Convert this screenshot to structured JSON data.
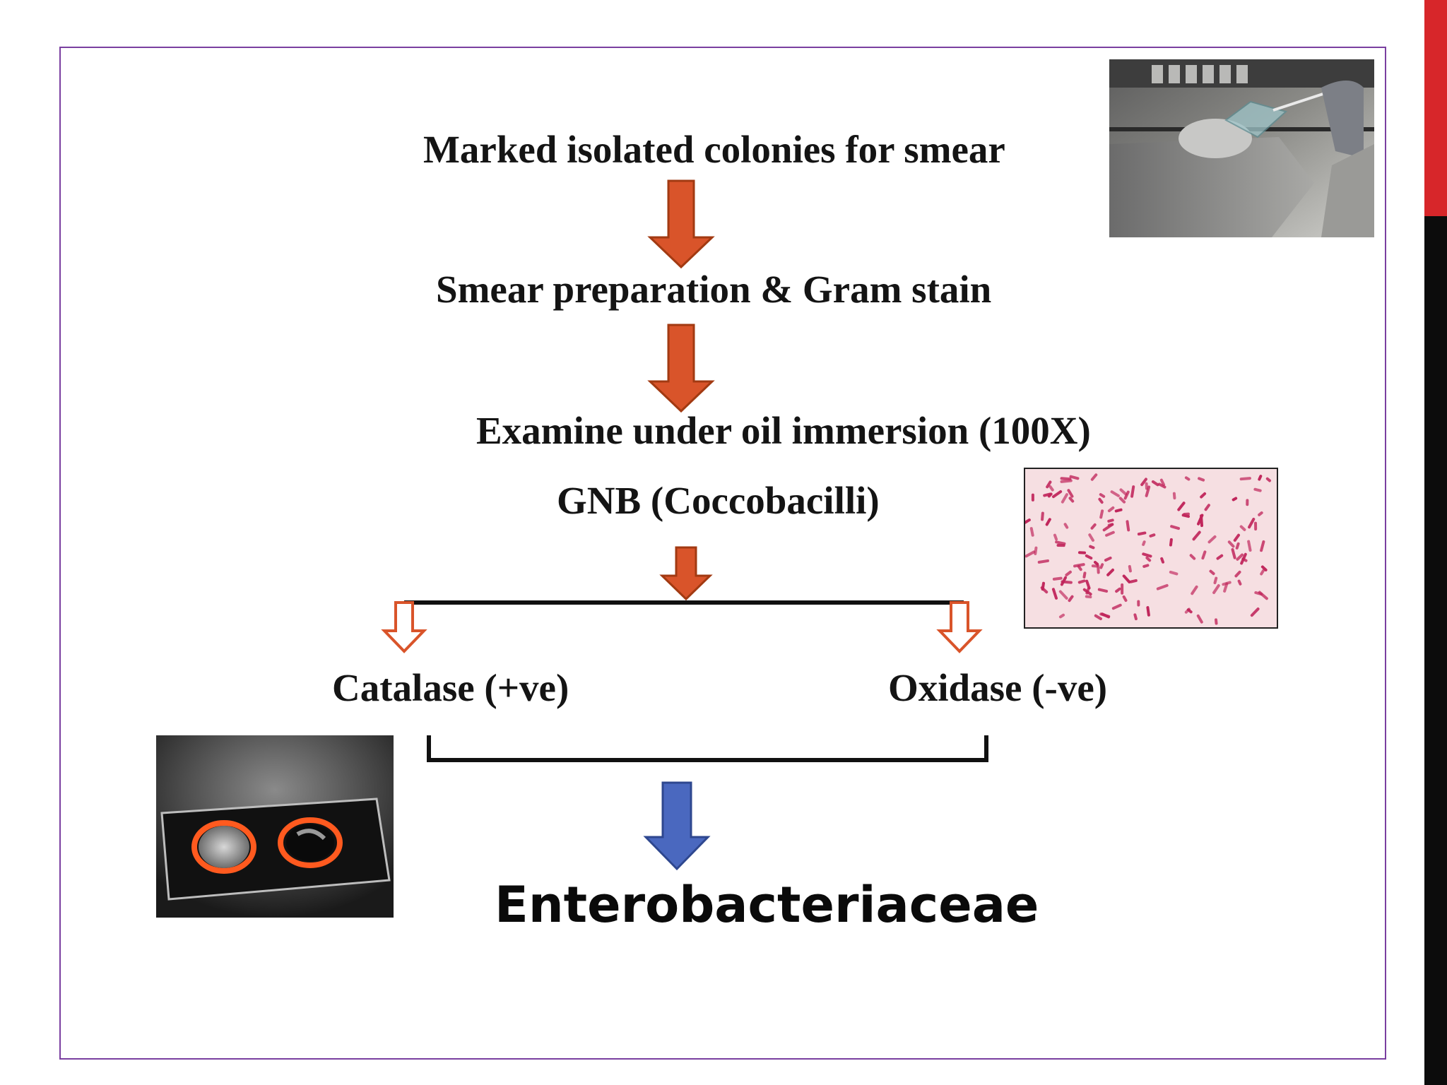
{
  "steps": {
    "step1": "Marked isolated colonies for smear",
    "step2": "Smear preparation & Gram stain",
    "step3": "Examine under oil immersion (100X)",
    "step4": "GNB (Coccobacilli)"
  },
  "tests": {
    "catalase": "Catalase (+ve)",
    "oxidase": "Oxidase (-ve)"
  },
  "result": "Enterobacteriaceae",
  "colors": {
    "frame": "#7a3fa0",
    "accent_red": "#d7262a",
    "accent_black": "#0c0c0c",
    "arrow_fill": "#d9542a",
    "arrow_stroke": "#a23a12",
    "result_arrow_fill": "#4a68bf",
    "result_arrow_stroke": "#2e478f",
    "gram_stain": "#c0245a"
  },
  "icons": {
    "down_arrow": "solid-down-arrow-icon",
    "hollow_arrow": "hollow-down-arrow-icon"
  }
}
